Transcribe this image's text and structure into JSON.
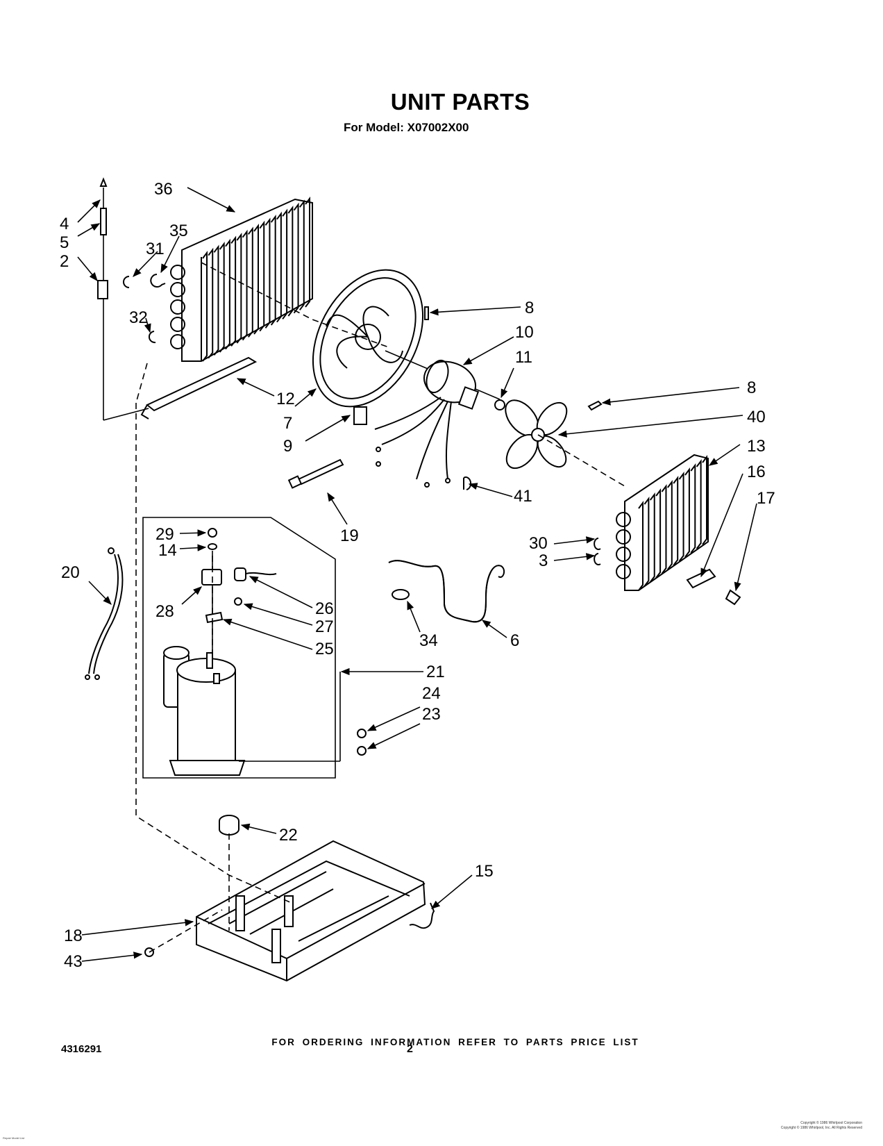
{
  "header": {
    "title": "UNIT PARTS",
    "model_line": "For Model: X07002X00"
  },
  "callouts": [
    "4",
    "5",
    "2",
    "36",
    "35",
    "31",
    "32",
    "12",
    "7",
    "9",
    "8",
    "10",
    "11",
    "8",
    "40",
    "13",
    "16",
    "17",
    "41",
    "30",
    "3",
    "19",
    "29",
    "14",
    "28",
    "26",
    "27",
    "25",
    "20",
    "34",
    "6",
    "21",
    "24",
    "23",
    "22",
    "15",
    "18",
    "43"
  ],
  "footer": {
    "ordering_note": "FOR ORDERING INFORMATION REFER TO PARTS PRICE LIST",
    "document_number": "4316291",
    "page_number": "2",
    "copyright_line_1": "Copyright © 1986 Whirlpool Corporation",
    "copyright_line_2": "Copyright © 1986 Whirlpool, Inc. All Rights Reserved",
    "corner_note": "Repair Model List"
  }
}
